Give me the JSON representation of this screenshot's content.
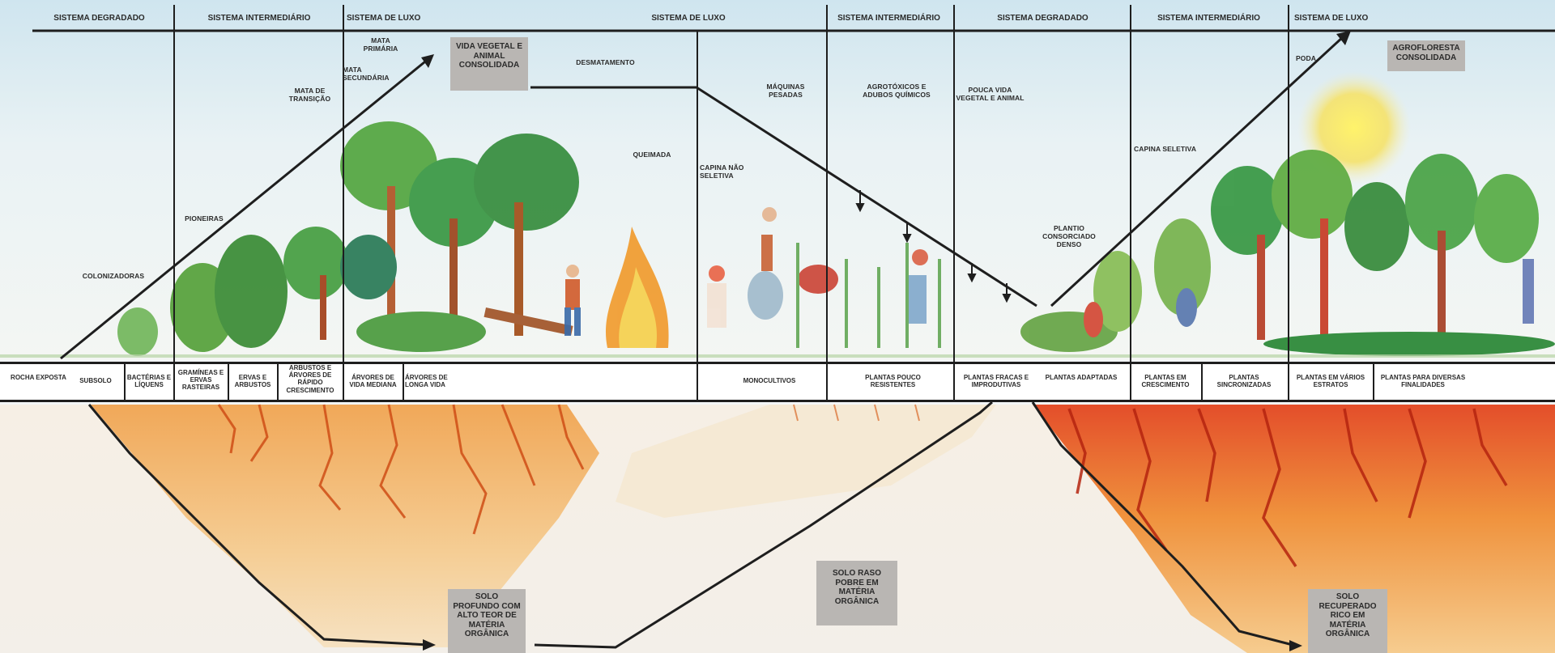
{
  "headers": {
    "h1": "SISTEMA DEGRADADO",
    "h2": "SISTEMA INTERMEDIÁRIO",
    "h3": "SISTEMA DE LUXO",
    "h4": "SISTEMA DE LUXO",
    "h5": "SISTEMA INTERMEDIÁRIO",
    "h6": "SISTEMA DEGRADADO",
    "h7": "SISTEMA INTERMEDIÁRIO",
    "h8": "SISTEMA DE LUXO"
  },
  "boxes": {
    "vida_vegetal": "VIDA VEGETAL E ANIMAL CONSOLIDADA",
    "agrofloresta": "AGROFLORESTA CONSOLIDADA",
    "solo_profundo": "SOLO PROFUNDO COM ALTO TEOR DE MATÉRIA ORGÂNICA",
    "solo_raso": "SOLO RASO POBRE EM MATÉRIA ORGÂNICA",
    "solo_recuperado": "SOLO RECUPERADO RICO EM MATÉRIA ORGÂNICA"
  },
  "labels": {
    "colonizadoras": "COLONIZADORAS",
    "pioneiras": "PIONEIRAS",
    "mata_transicao": "MATA DE TRANSIÇÃO",
    "mata_primaria": "MATA PRIMÁRIA",
    "mata_secundaria": "MATA SECUNDÁRIA",
    "desmatamento": "DESMATAMENTO",
    "queimada": "QUEIMADA",
    "maquinas": "MÁQUINAS PESADAS",
    "capina_nao": "CAPINA NÃO SELETIVA",
    "agrotoxicos": "AGROTÓXICOS E ADUBOS QUÍMICOS",
    "pouca_vida": "POUCA VIDA VEGETAL E ANIMAL",
    "plantio": "PLANTIO CONSORCIADO DENSO",
    "capina_seletiva": "CAPINA SELETIVA",
    "poda": "PODA"
  },
  "band": {
    "rocha": "ROCHA EXPOSTA",
    "subsolo": "SUBSOLO",
    "bacterias": "BACTÉRIAS E LÍQUENS",
    "gramineas": "GRAMÍNEAS E ERVAS RASTEIRAS",
    "ervas": "ERVAS E ARBUSTOS",
    "arbustos": "ARBUSTOS E ÁRVORES DE RÁPIDO CRESCIMENTO",
    "arvores_media": "ÁRVORES DE VIDA MEDIANA",
    "arvores_longa": "ÁRVORES DE LONGA VIDA",
    "monocultivos": "MONOCULTIVOS",
    "plantas_pouco": "PLANTAS POUCO RESISTENTES",
    "plantas_fracas": "PLANTAS FRACAS E IMPRODUTIVAS",
    "plantas_adaptadas": "PLANTAS ADAPTADAS",
    "plantas_crescimento": "PLANTAS EM CRESCIMENTO",
    "plantas_sincronizadas": "PLANTAS SINCRONIZADAS",
    "plantas_estratos": "PLANTAS EM VÁRIOS ESTRATOS",
    "plantas_finalidades": "PLANTAS PARA DIVERSAS FINALIDADES"
  },
  "colors": {
    "line": "#1e1e1e",
    "box_gray": "#b9b6b3",
    "soil_rich": "#e8651c",
    "soil_mid": "#f2b36c",
    "foliage": "#3f9a45"
  }
}
